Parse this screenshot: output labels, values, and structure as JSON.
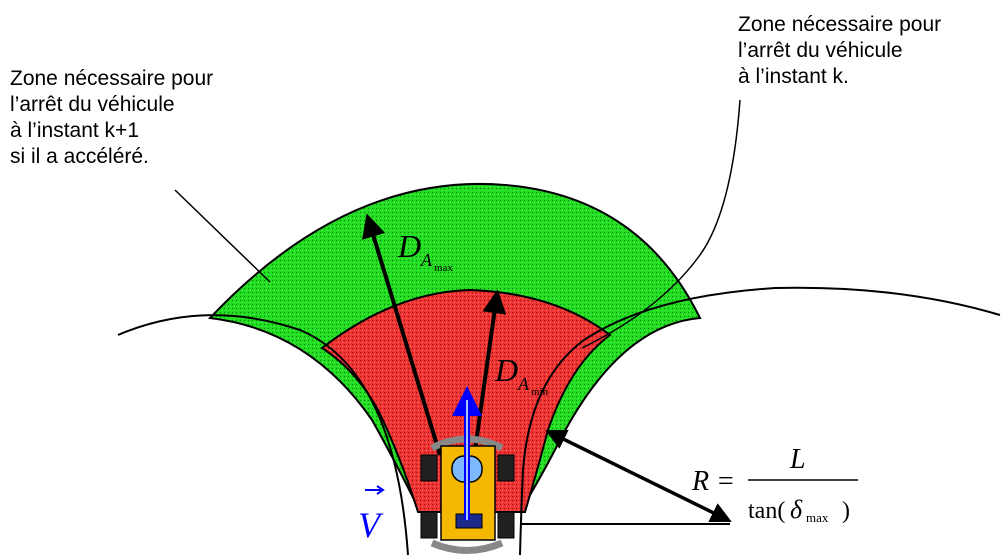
{
  "labels": {
    "left_zone": [
      "Zone nécessaire pour",
      "l’arrêt du véhicule",
      "à l’instant k+1",
      "si il a accéléré."
    ],
    "right_zone": [
      "Zone nécessaire pour",
      "l’arrêt du véhicule",
      "à l’instant k."
    ]
  },
  "math": {
    "d_outer_main": "D",
    "d_outer_sub": "A",
    "d_outer_subsub": "max",
    "d_inner_main": "D",
    "d_inner_sub": "A",
    "d_inner_subsub": "min",
    "r_lhs": "R =",
    "r_numerator": "L",
    "r_denominator_prefix": "tan(",
    "r_denominator_delta": "δ",
    "r_denominator_sub": "max",
    "r_denominator_suffix": ")",
    "velocity": "V"
  },
  "colors": {
    "outer_zone": "#22dd22",
    "inner_zone": "#ee3333",
    "velocity_arrow": "#0000ff",
    "vehicle_body": "#f5b800",
    "wheels": "#202020",
    "lines": "#000000"
  }
}
